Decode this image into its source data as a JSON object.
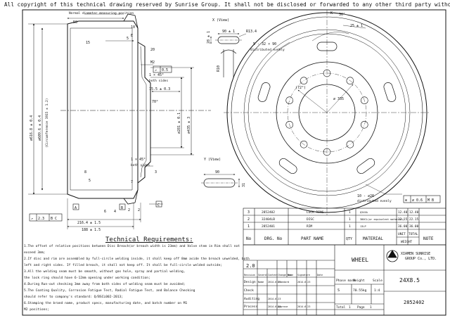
{
  "copyright": "All copyright of this technical drawing reserved by Sunrise Group. It shall not be disclosed or forwarded to any other third party without permission from Sunrise Group.",
  "side_view": {
    "dims": {
      "normal_diameter_label": "Normal diameter measuring position",
      "d58": "58",
      "d15": "15",
      "d5": "5",
      "d10": "10",
      "d20": "20",
      "d1x45a": "1 × 45°",
      "d1x45b": "1 × 45°",
      "both_sides_a": "both sides",
      "both_sides_b": "both sides",
      "d15_5": "15.5 ± 0.3",
      "d70": "70°",
      "d8": "8",
      "d5a": "5",
      "d7": "7",
      "d3": "3",
      "d216": "216.4 ± 1.5",
      "d188": "188 ± 1.5",
      "d4": "4",
      "d6": "6",
      "d2": "2",
      "d2a": "2",
      "dia_616": "⌀616.8 ± 0.4",
      "dia_609": "⌀609.6 ± 0.4",
      "circumference": "(Circumference 1915 ± 1.2)",
      "dia_281": "⌀281 ± 0.1",
      "dia_435": "⌀435 ± 3",
      "m2": "M2",
      "e": "E",
      "runout": "0.5",
      "flatness": "2.3",
      "flat_ref": "B C",
      "ref_a": "A",
      "ref_b": "B",
      "ref_c": "C"
    }
  },
  "detail_x": {
    "label": "X (View)",
    "d90": "90 ± 1",
    "r13": "R13.4",
    "d28": "28 ± 1",
    "r10": "R10"
  },
  "detail_y": {
    "label": "Y (View)",
    "d90": "90",
    "d31": "31"
  },
  "front_view": {
    "k": "K",
    "d5x90": "5 - 32 × 90",
    "dist": "distributed evenly",
    "d25": "25 ± 1",
    "d30": "30°",
    "d72": "(72°)",
    "dia335": "⌀ 335",
    "d10x26": "10 - ⌀26",
    "dist2": "distributed evenly",
    "pos": "⌀ 0.6",
    "pos_ref": "M B"
  },
  "requirements": {
    "title": "Technical Requirements:",
    "lines": [
      "1.The offset of relative positions between Disc Breach(or breach width is 23mm) and Valve stem in Rim shall not",
      "  exceed 3mm;",
      "2.If disc and rim are assembled by full-circle welding inside, it shall keep off 8mm aside the breach unwelded, both",
      "  left and right sides. If filled breach, it shall not keep off. It shall be full-circle welded outside;",
      "3.All the welding seam must be smooth, without gas hole, spray and partial welding,",
      "  the lock ring should have 6-12mm opening under working condition;",
      "4.During Run-out checking 3mm away from both sides of welding seam must be avoided;",
      "5.The Coating Quality, Corrosion Fatigue Test, Radial Fatigue Test, and Balance Checking",
      "  should refer to company's standard: Q/BSCL002-2013;",
      "6.Stamping the brand name, product specs, manufacturing date, and batch number on M1",
      "  M2  positions;"
    ]
  },
  "bom": {
    "rows": [
      {
        "no": "3",
        "drg": "2852402",
        "part": "LOCK RING",
        "qty": "1",
        "material": "Q345A",
        "unit": "12.40",
        "total": "12.40"
      },
      {
        "no": "2",
        "drg": "32404LB",
        "part": "DISC",
        "qty": "1",
        "material": "380CL(or equivalent material)",
        "unit": "22.15",
        "total": "22.15"
      },
      {
        "no": "1",
        "drg": "2852401",
        "part": "RIM",
        "qty": "1",
        "material": "13LP",
        "unit": "36.00",
        "total": "36.00"
      }
    ],
    "headers": {
      "no": "No",
      "drg": "DRG. No",
      "part": "PART NAME",
      "qty": "QTY",
      "material": "MATERIAL",
      "unit": "UNIT",
      "total": "TOTAL",
      "weight": "WEIGHT",
      "note": "NOTE"
    }
  },
  "title_block": {
    "company": "XIAMEN SUNRISE",
    "company2": "GROUP Co., LTD.",
    "product": "WHEEL",
    "spec": "24X8.5",
    "drawing_no": "2852402",
    "rev": "2.0",
    "rev_header": [
      "Revision",
      "Several",
      "Content",
      "Change doc",
      "Name",
      "Signature",
      "Date"
    ],
    "design": "Design",
    "design_name": "Name",
    "design_date": "2014.6.23",
    "standard": "Standard",
    "standard_date": "2014.6.23",
    "check": "Check",
    "auditing": "Auditing",
    "audit_date": "2014.6.23",
    "process": "Process",
    "process_date": "2014.6.23",
    "approve": "Approve",
    "approve_date": "2014.6.23",
    "phase": "Phase mark",
    "weight_label": "Weight",
    "scale_label": "Scale",
    "phase_mark": "S",
    "weight": "70.55kg",
    "scale": "1:4",
    "total_label": "Total",
    "total": "1",
    "page_label": "Page",
    "page": "1"
  }
}
